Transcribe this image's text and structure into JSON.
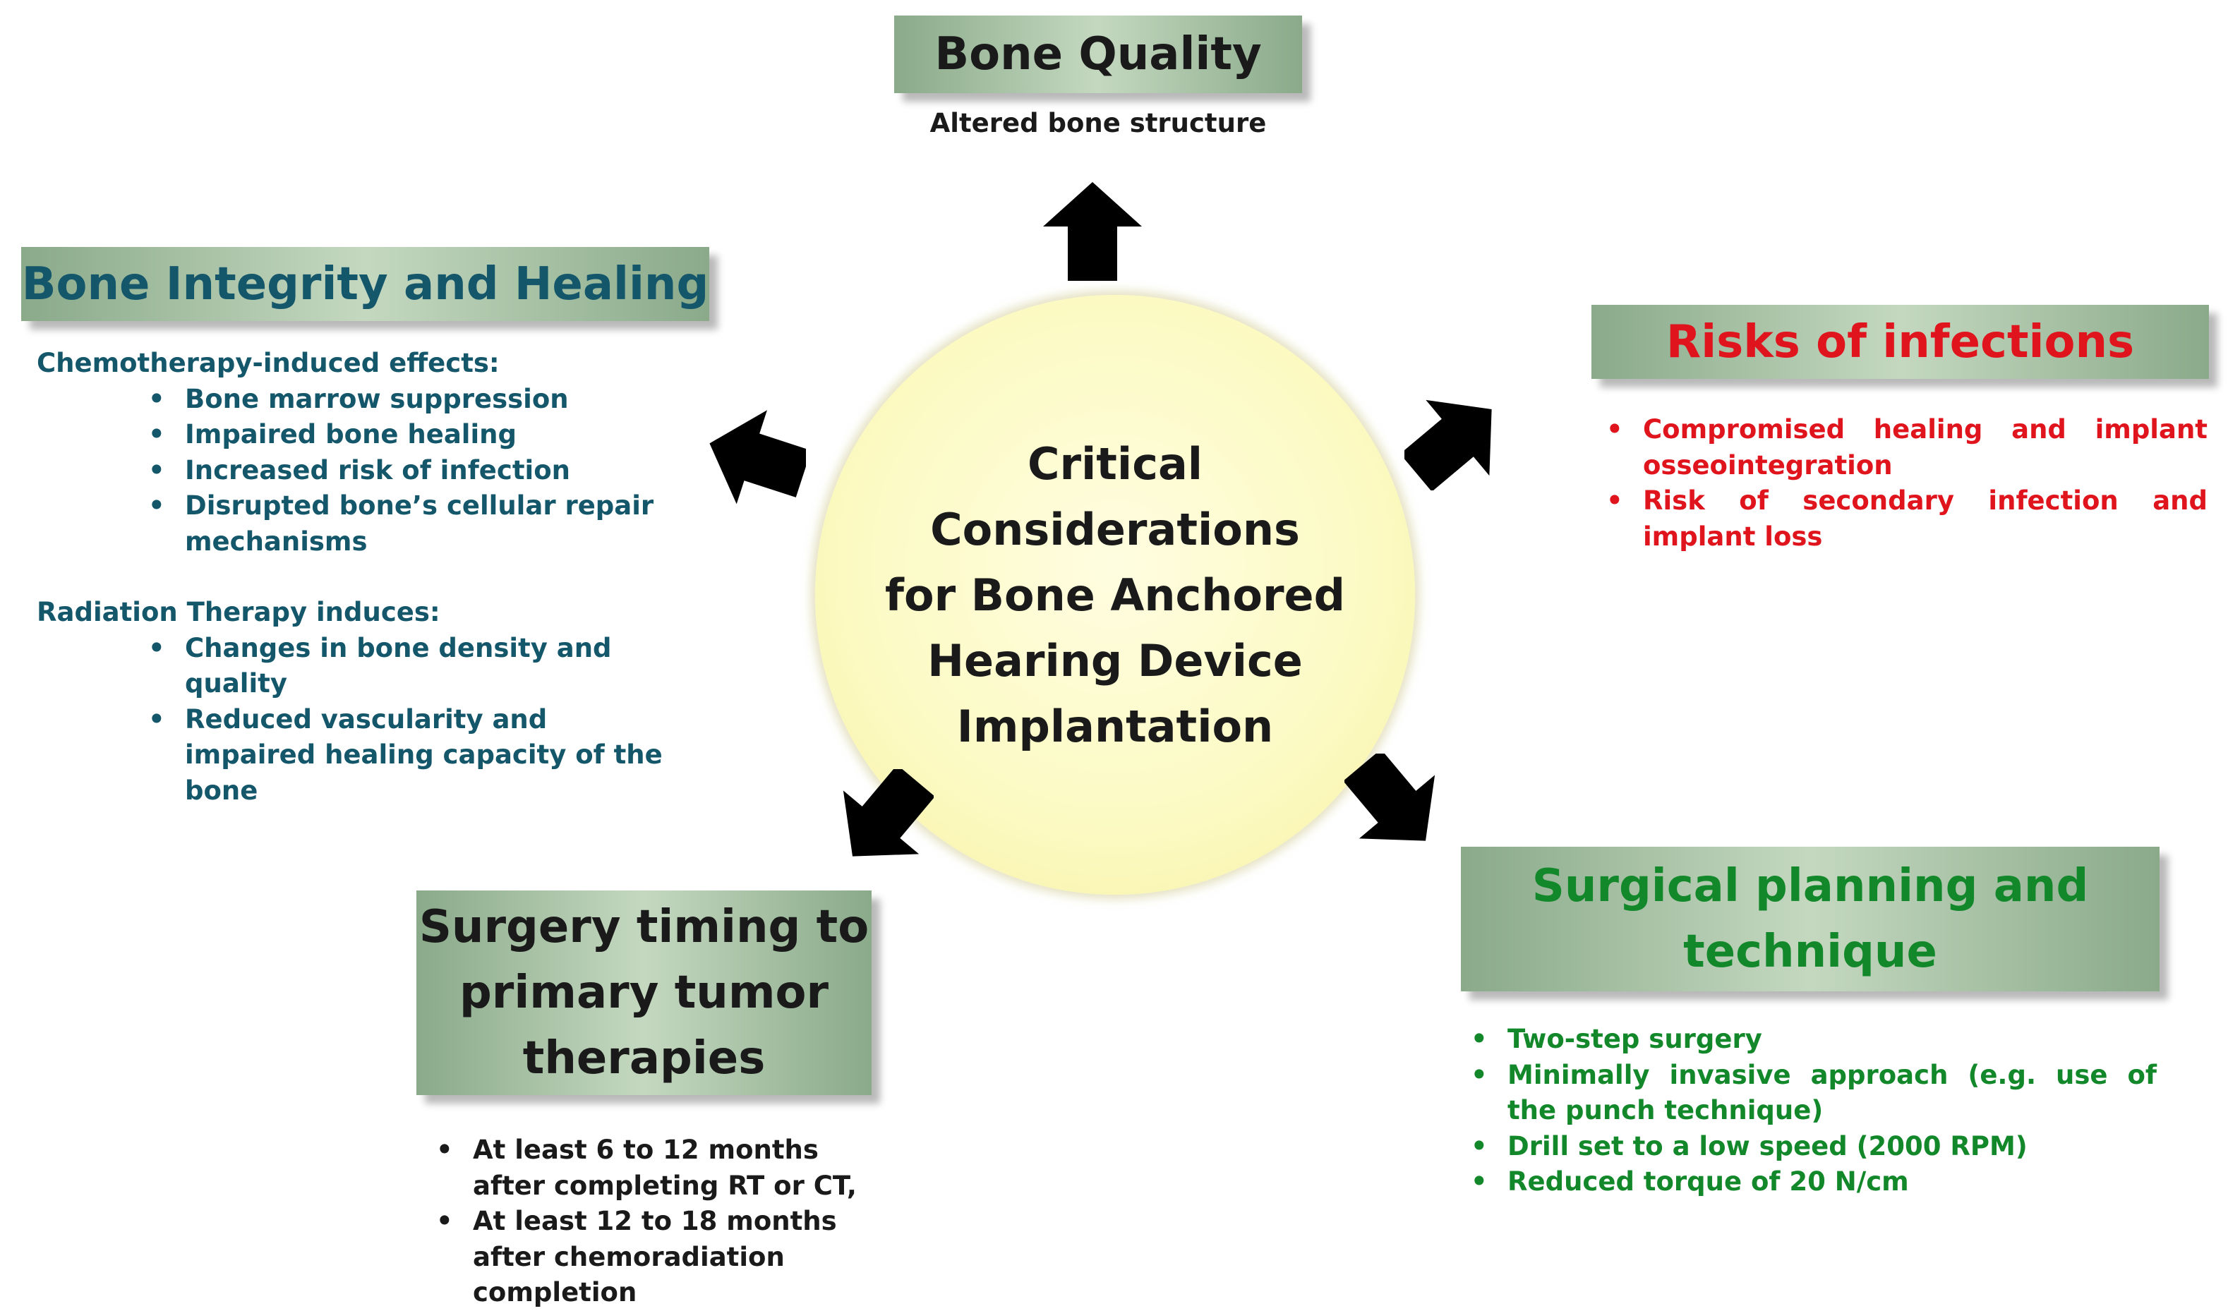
{
  "center": {
    "lines": [
      "Critical Considerations",
      "for Bone Anchored",
      "Hearing Device",
      "Implantation"
    ]
  },
  "bone_quality": {
    "title": "Bone Quality",
    "subtitle": "Altered bone structure"
  },
  "bone_integrity": {
    "title": "Bone Integrity and Healing",
    "chemo_heading": "Chemotherapy-induced effects:",
    "chemo_items": [
      "Bone marrow suppression",
      "Impaired bone healing",
      "Increased risk of infection",
      "Disrupted bone’s cellular repair mechanisms"
    ],
    "radiation_heading": "Radiation Therapy induces:",
    "radiation_items": [
      "Changes in bone density and quality",
      "Reduced vascularity and impaired healing capacity of the bone"
    ]
  },
  "infections": {
    "title": "Risks of infections",
    "items": [
      "Compromised healing and implant osseointegration",
      "Risk of secondary infection and implant loss"
    ]
  },
  "surgery_timing": {
    "title_lines": [
      "Surgery timing to",
      "primary tumor",
      "therapies"
    ],
    "items": [
      "At least 6 to 12 months after completing RT or CT,",
      "At least 12 to 18 months after chemoradiation completion"
    ]
  },
  "surgical_planning": {
    "title_lines": [
      "Surgical planning and",
      "technique"
    ],
    "items": [
      "Two-step surgery",
      "Minimally invasive approach (e.g. use of the punch technique)",
      "Drill set to a low speed (2000 RPM)",
      "Reduced torque of 20 N/cm"
    ]
  },
  "colors": {
    "teal": "#14566a",
    "red": "#e0141c",
    "green": "#12882a",
    "box_green": "#8aaa8a",
    "circle_yellow": "#fcfac2"
  },
  "icons": [
    "arrow-up-icon",
    "arrow-upper-left-icon",
    "arrow-upper-right-icon",
    "arrow-lower-left-icon",
    "arrow-lower-right-icon"
  ]
}
